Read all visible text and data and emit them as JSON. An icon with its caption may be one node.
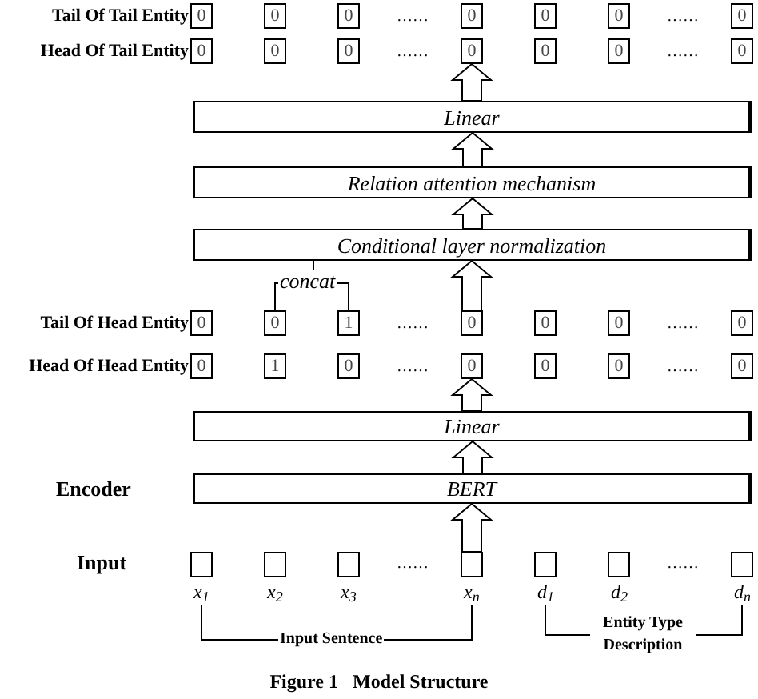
{
  "diagram": {
    "caption": "Figure 1   Model Structure",
    "nodes": [
      {
        "text": [
          "0"
        ]
      },
      {
        "text": [
          "0"
        ]
      },
      {
        "text": [
          "0"
        ]
      },
      {
        "text": [
          "0"
        ]
      },
      {
        "text": [
          "0"
        ]
      },
      {
        "text": [
          "0"
        ]
      },
      {
        "text": [
          "0"
        ]
      },
      {
        "text": [
          "0"
        ]
      },
      {
        "text": [
          "0"
        ]
      },
      {
        "text": [
          "0"
        ]
      },
      {
        "text": [
          "0"
        ]
      },
      {
        "text": [
          "0"
        ]
      },
      {
        "text": [
          "0"
        ]
      },
      {
        "text": [
          "0"
        ]
      },
      {
        "text": [
          "Linear"
        ]
      },
      {
        "text": [
          "Relation attention mechanism"
        ]
      },
      {
        "text": [
          "Conditional layer normalization"
        ]
      },
      {
        "text": [
          "0"
        ]
      },
      {
        "text": [
          "0"
        ]
      },
      {
        "text": [
          "1"
        ]
      },
      {
        "text": [
          "0"
        ]
      },
      {
        "text": [
          "0"
        ]
      },
      {
        "text": [
          "0"
        ]
      },
      {
        "text": [
          "0"
        ]
      },
      {
        "text": [
          "0"
        ]
      },
      {
        "text": [
          "1"
        ]
      },
      {
        "text": [
          "0"
        ]
      },
      {
        "text": [
          "0"
        ]
      },
      {
        "text": [
          "0"
        ]
      },
      {
        "text": [
          "0"
        ]
      },
      {
        "text": [
          "0"
        ]
      },
      {
        "text": [
          "Linear"
        ]
      },
      {
        "text": [
          "BERT"
        ]
      },
      {
        "text": [],
        "shape": "box",
        "beside": [
          "x$_{1}$"
        ]
      },
      {
        "text": [],
        "shape": "box",
        "beside": [
          "x$_{2}$"
        ]
      },
      {
        "text": [],
        "shape": "box",
        "beside": [
          "x$_{3}$"
        ]
      },
      {
        "text": [],
        "shape": "box",
        "beside": [
          "x$_{n}$"
        ]
      },
      {
        "text": [],
        "shape": "box",
        "beside": [
          "d$_{1}$"
        ]
      },
      {
        "text": [],
        "shape": "box",
        "beside": [
          "d$_{2}$"
        ]
      },
      {
        "text": [],
        "shape": "box",
        "beside": [
          "d$_{n}$"
        ]
      }
    ],
    "edges": [
      {
        "from": 14,
        "to": 10,
        "arrow": "to",
        "style": "thick"
      },
      {
        "from": 15,
        "to": 14,
        "arrow": "to",
        "style": "thick"
      },
      {
        "from": 16,
        "to": 15,
        "arrow": "to",
        "style": "thick"
      },
      {
        "from": 20,
        "to": 16,
        "arrow": "to",
        "style": "thick"
      },
      {
        "from": 31,
        "to": 27,
        "arrow": "to",
        "style": "thick"
      },
      {
        "from": 32,
        "to": 31,
        "arrow": "to",
        "style": "thick"
      },
      {
        "from": 36,
        "to": 32,
        "arrow": "to",
        "style": "thick"
      },
      {
        "from": 18,
        "to": 16,
        "arrow": "none",
        "label": "concat"
      },
      {
        "from": 19,
        "to": 16,
        "arrow": "none"
      }
    ],
    "labels": [
      "Tail Of Tail Entity",
      "……",
      "……",
      "Head Of Tail Entity",
      "……",
      "……",
      "Tail Of Head Entity",
      "……",
      "……",
      "Head Of Head Entity",
      "……",
      "……",
      "Encoder",
      "Input",
      "……",
      "……",
      "Input Sentence",
      "Entity Type Description"
    ]
  }
}
